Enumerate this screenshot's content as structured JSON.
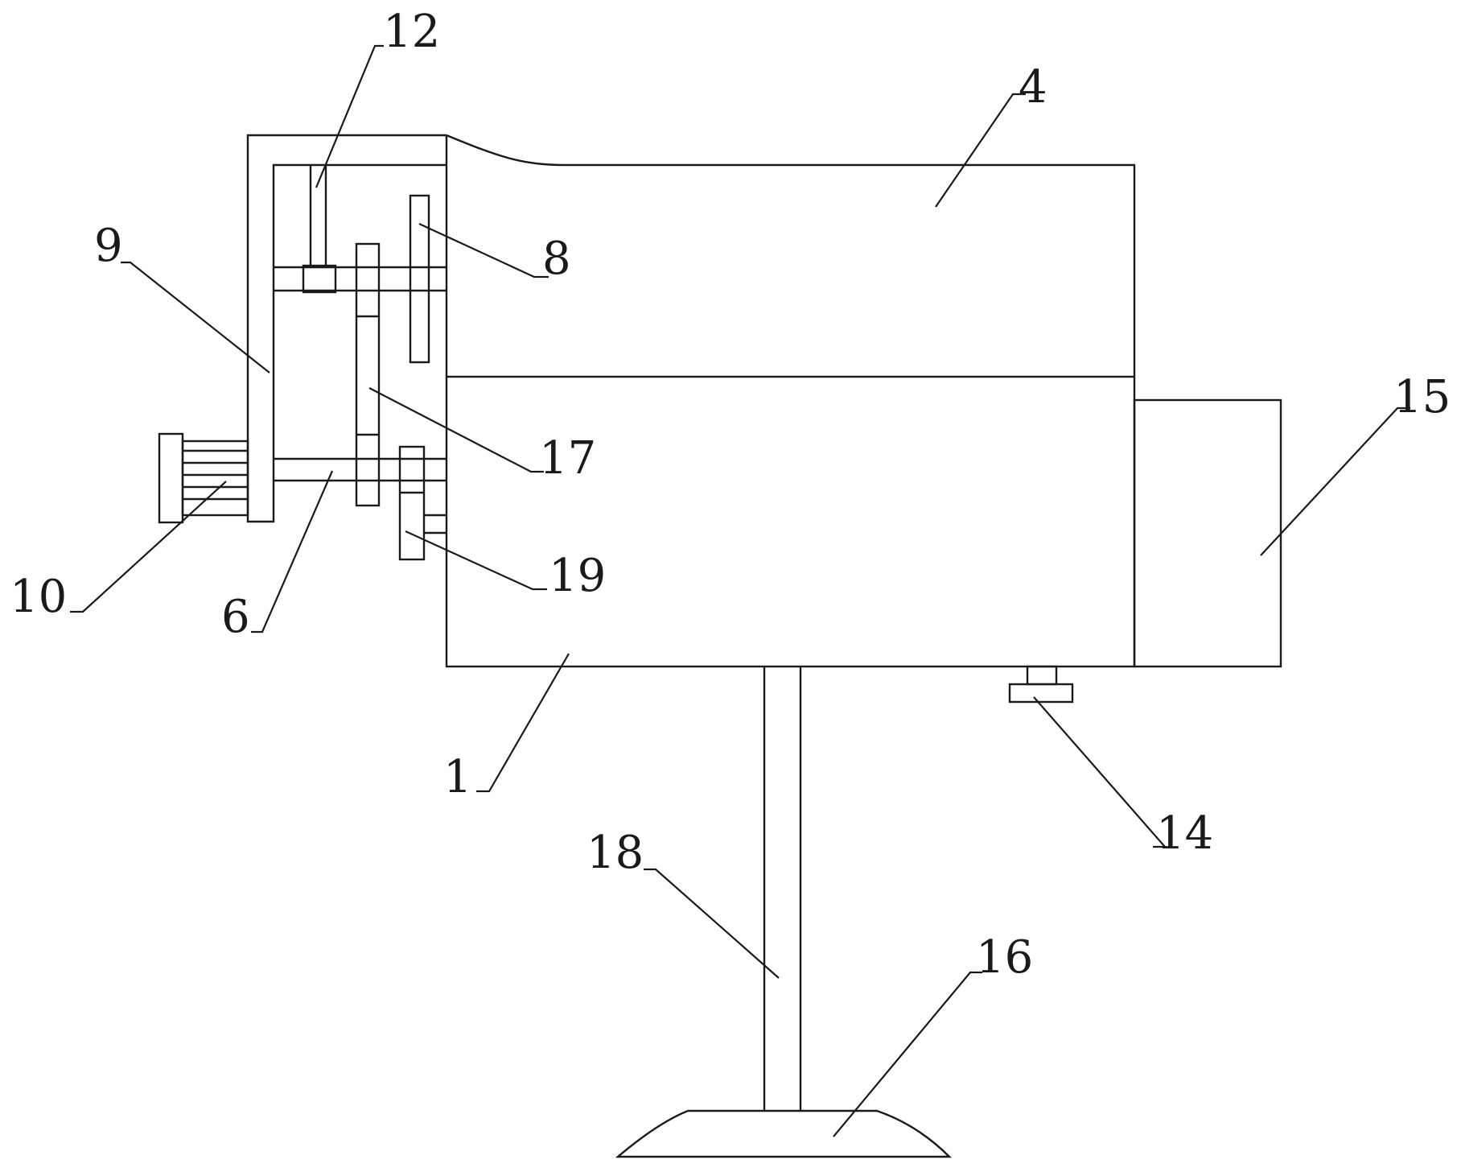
{
  "figure": {
    "callouts": [
      {
        "id": "1",
        "label": "1"
      },
      {
        "id": "4",
        "label": "4"
      },
      {
        "id": "6",
        "label": "6"
      },
      {
        "id": "8",
        "label": "8"
      },
      {
        "id": "9",
        "label": "9"
      },
      {
        "id": "10",
        "label": "10"
      },
      {
        "id": "12",
        "label": "12"
      },
      {
        "id": "14",
        "label": "14"
      },
      {
        "id": "15",
        "label": "15"
      },
      {
        "id": "16",
        "label": "16"
      },
      {
        "id": "17",
        "label": "17"
      },
      {
        "id": "18",
        "label": "18"
      },
      {
        "id": "19",
        "label": "19"
      }
    ]
  }
}
